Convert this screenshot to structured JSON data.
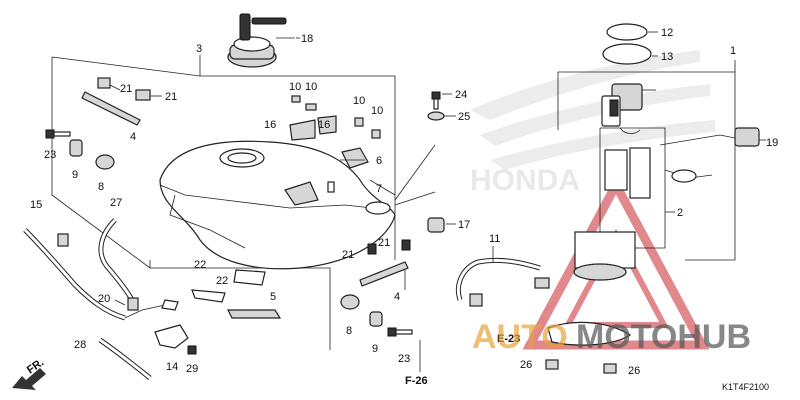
{
  "diagram": {
    "callouts": [
      "1",
      "2",
      "3",
      "4",
      "4",
      "5",
      "6",
      "7",
      "8",
      "8",
      "9",
      "9",
      "10",
      "10",
      "10",
      "10",
      "11",
      "12",
      "13",
      "14",
      "15",
      "16",
      "16",
      "17",
      "18",
      "19",
      "20",
      "21",
      "21",
      "21",
      "21",
      "22",
      "22",
      "23",
      "23",
      "24",
      "25",
      "26",
      "26",
      "27",
      "28",
      "29"
    ],
    "refs": {
      "e23": "E-23",
      "f26": "F-26",
      "fr": "FR."
    },
    "code": "K1T4F2100",
    "watermark": {
      "text_left": "AUTO",
      "text_right": "MOTOHUB",
      "brand": "HONDA"
    },
    "colors": {
      "watermark_red": "#c8282d",
      "watermark_orange": "#e8a33a",
      "watermark_gray": "#555555",
      "line": "#222222"
    }
  }
}
